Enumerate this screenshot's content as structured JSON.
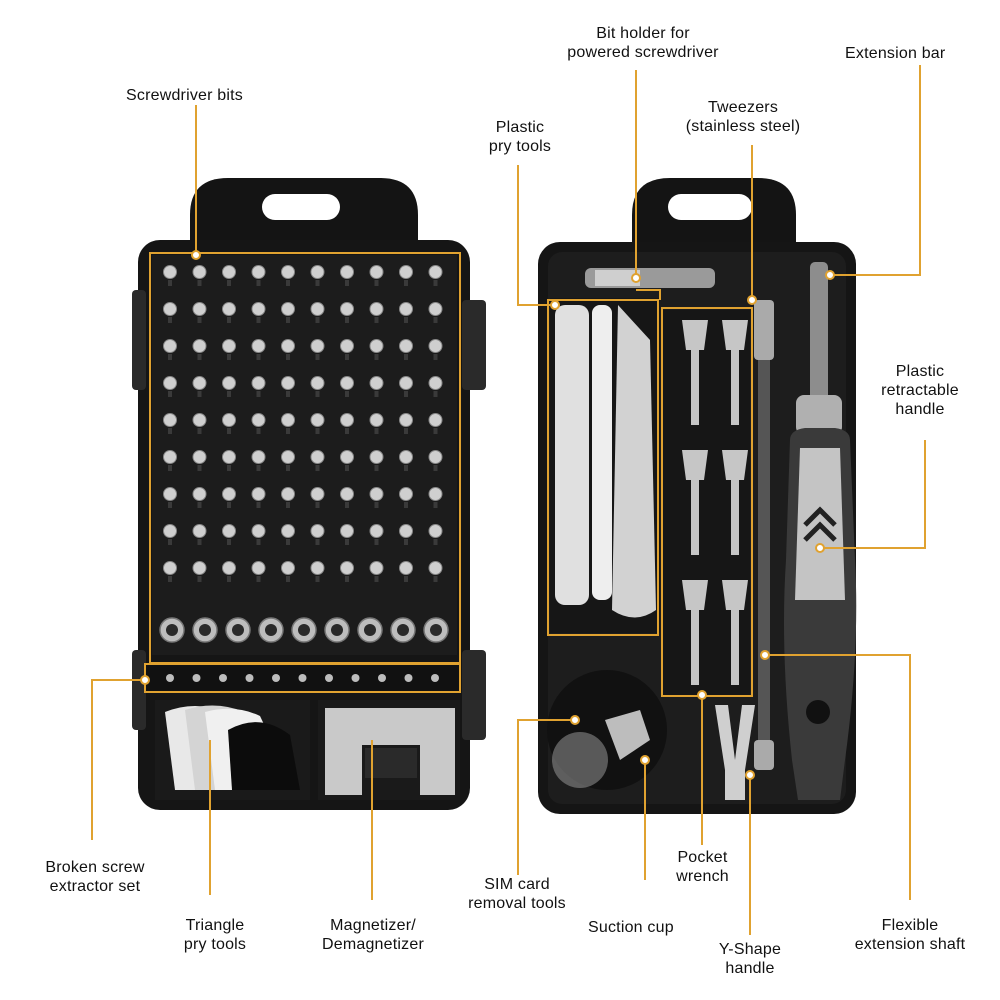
{
  "colors": {
    "callout": "#e0a230",
    "case": "#111111",
    "tray": "#222222",
    "bit": "#c8c8c8",
    "plastic": "#d9d9d9"
  },
  "labels": {
    "screwdriver_bits": "Screwdriver bits",
    "bit_holder": "Bit holder for\npowered screwdriver",
    "extension_bar": "Extension bar",
    "tweezers": "Tweezers\n(stainless steel)",
    "plastic_pry": "Plastic\npry tools",
    "retractable_handle": "Plastic\nretractable\nhandle",
    "broken_screw": "Broken screw\nextractor set",
    "triangle_pry": "Triangle\npry tools",
    "magnetizer": "Magnetizer/\nDemagnetizer",
    "sim_card": "SIM card\nremoval tools",
    "suction_cup": "Suction cup",
    "pocket_wrench": "Pocket\nwrench",
    "y_shape": "Y-Shape\nhandle",
    "flexible_shaft": "Flexible\nextension shaft"
  }
}
